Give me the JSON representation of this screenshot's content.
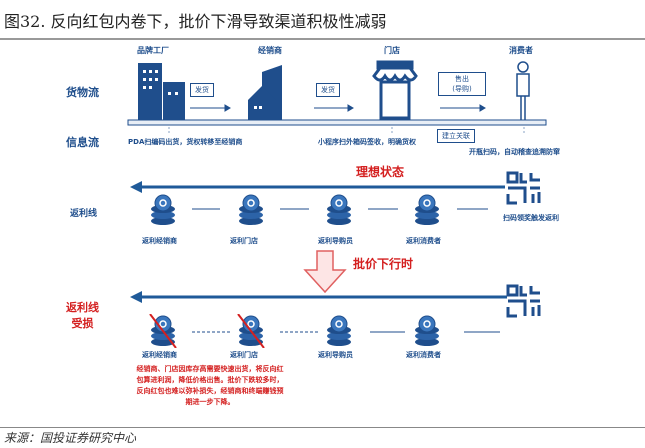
{
  "title": "图32. 反向红包内卷下，批价下滑导致渠道积极性减弱",
  "goods_flow": {
    "label": "货物流",
    "nodes": [
      "品牌工厂",
      "经销商",
      "门店",
      "消费者"
    ],
    "ship1": "发货",
    "ship2": "发货",
    "sold": "售出",
    "sold_sub": "(导购)",
    "link": "建立关联"
  },
  "info_flow": {
    "label": "信息流",
    "texts": [
      "PDA扫编码出货，货权转移至经销商",
      "小程序扫外箱码签收，明确货权",
      "开瓶扫码，自动稽查追溯防窜"
    ]
  },
  "ideal": {
    "title": "理想状态",
    "line_label": "返利线",
    "qr_label": "扫码领奖触发返利",
    "items": [
      "返利经销商",
      "返利门店",
      "返利导购员",
      "返利消费者"
    ]
  },
  "transition": "批价下行时",
  "damaged": {
    "line_label_1": "返利线",
    "line_label_2": "受损",
    "items": [
      "返利经销商",
      "返利门店",
      "返利导购员",
      "返利消费者"
    ],
    "note": "经销商、门店因库存高需要快速出货，将反向红包算进利润，降低价格出售。批价下跌较多时，反向红包也难以弥补损失，经销商和终端赚钱预期进一步下降。"
  },
  "source": "来源：国投证券研究中心",
  "colors": {
    "blue": "#1f4e8c",
    "red": "#d42020"
  }
}
